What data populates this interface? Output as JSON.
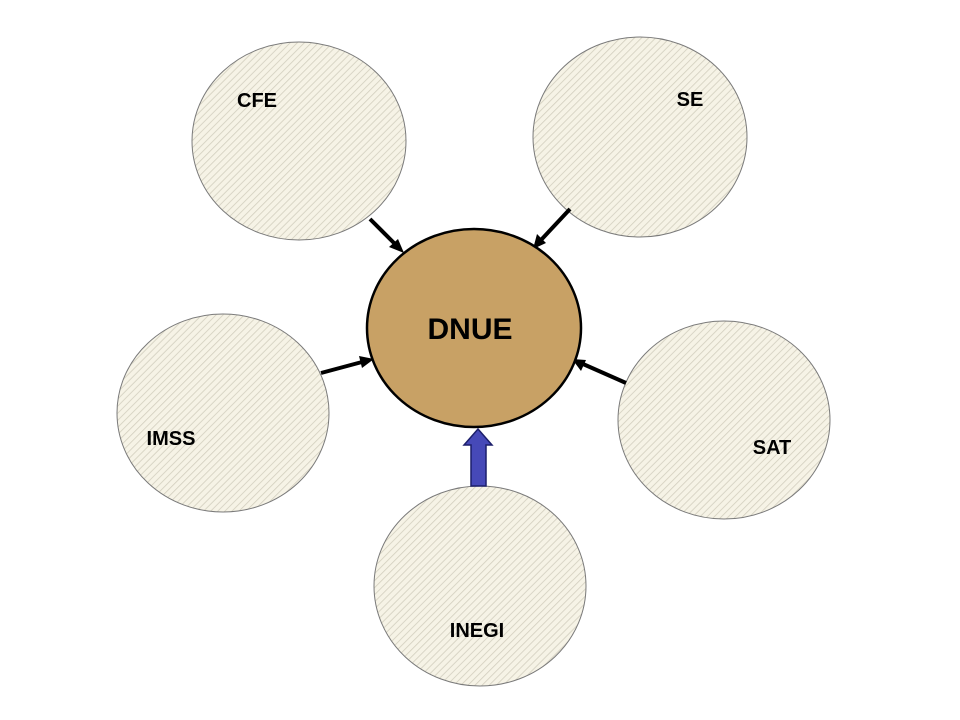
{
  "diagram": {
    "center": {
      "label": "DNUE",
      "fill": "#C8A165",
      "stroke": "#000000"
    },
    "nodes": [
      {
        "id": "cfe",
        "label": "CFE"
      },
      {
        "id": "se",
        "label": "SE"
      },
      {
        "id": "imss",
        "label": "IMSS"
      },
      {
        "id": "sat",
        "label": "SAT"
      },
      {
        "id": "inegi",
        "label": "INEGI"
      }
    ],
    "colors": {
      "node_fill": "#F6F3E6",
      "node_hatch": "#D2CEBE",
      "node_stroke": "#7A7A7A",
      "arrow_black": "#000000",
      "arrow_blue": "#4649B8",
      "arrow_blue_stroke": "#1C1F6B"
    }
  }
}
